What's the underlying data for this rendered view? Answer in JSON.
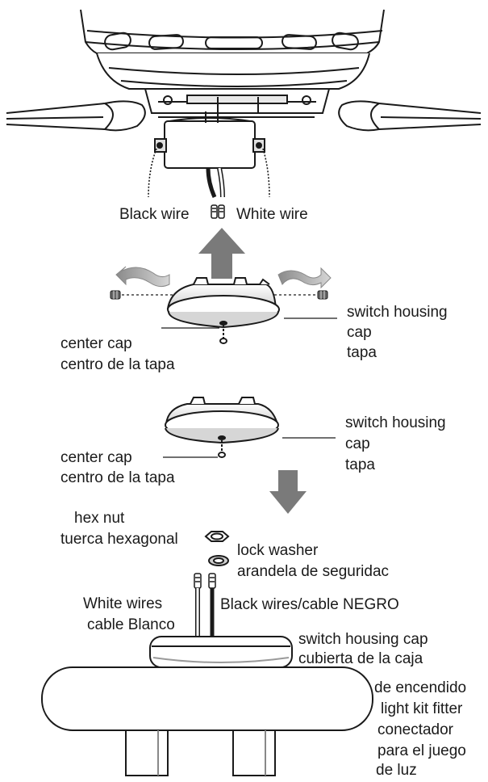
{
  "labels": {
    "black_wire": "Black wire",
    "white_wire": "White wire",
    "switch_housing_cap_1": [
      "switch housing",
      "cap",
      "tapa"
    ],
    "center_cap_1": [
      "center cap",
      "centro de la tapa"
    ],
    "switch_housing_cap_2": [
      "switch housing",
      "cap",
      "tapa"
    ],
    "center_cap_2": [
      "center cap",
      "centro de la tapa"
    ],
    "hex_nut": [
      "hex nut",
      "tuerca hexagonal"
    ],
    "lock_washer": [
      "lock washer",
      "arandela de seguridac"
    ],
    "white_wires": [
      "White wires",
      "cable Blanco"
    ],
    "black_wires": "Black wires/cable NEGRO",
    "switch_housing_cap_3": [
      "switch housing cap",
      "cubierta de la caja"
    ],
    "light_kit_fitter": [
      "de encendido",
      "light kit fitter",
      "conectador",
      "para el  juego",
      "de luz"
    ]
  },
  "colors": {
    "line": "#1a1a1a",
    "arrow": "#7a7a7a",
    "shade": "#b0b0b0",
    "light_shade": "#dcdcdc"
  },
  "icons": [
    "screw-icon",
    "rotate-arrow-icon",
    "up-arrow-icon",
    "down-arrow-icon",
    "hex-nut-icon",
    "lock-washer-icon"
  ]
}
